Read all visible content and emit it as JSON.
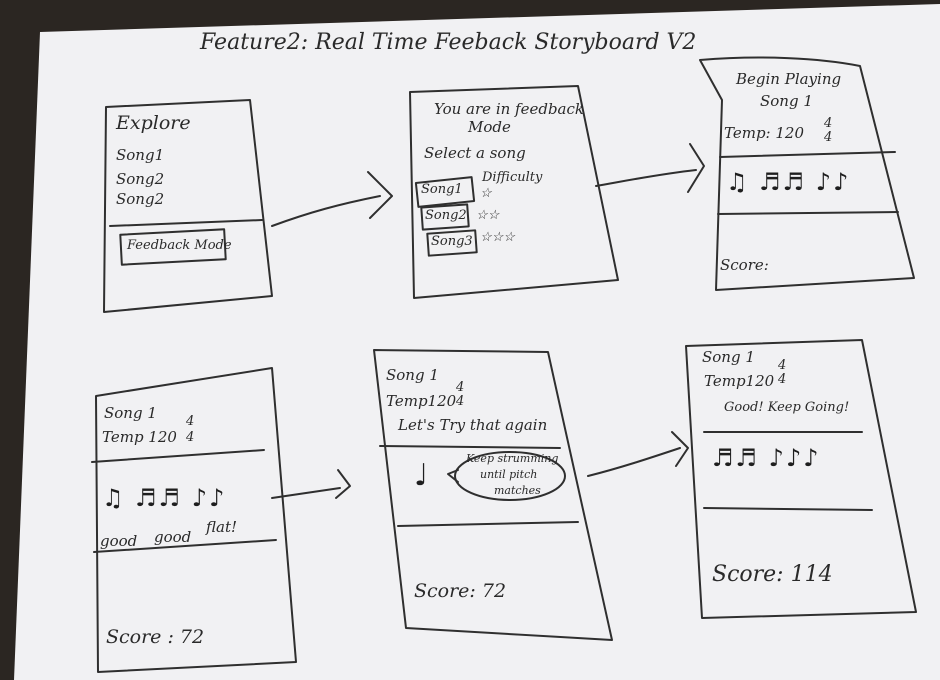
{
  "title": "Feature2: Real Time Feeback   Storyboard  V2",
  "frame1": {
    "header": "Explore",
    "songs": [
      "Song1",
      "Song2",
      "Song2"
    ],
    "button": "Feedback Mode"
  },
  "frame2": {
    "heading_line1": "You are in feedback",
    "heading_line2": "Mode",
    "prompt": "Select a song",
    "difficulty_label": "Difficulty",
    "songs": [
      "Song1",
      "Song2",
      "Song3"
    ],
    "difficulty_stars": [
      "☆",
      "☆☆",
      "☆☆☆"
    ]
  },
  "frame3": {
    "heading_line1": "Begin Playing",
    "heading_line2": "Song 1",
    "tempo": "Temp: 120",
    "time_sig_top": "4",
    "time_sig_bottom": "4",
    "notes": "♫  ♬♬  ♪♪",
    "score": "Score:"
  },
  "frame4": {
    "song": "Song 1",
    "tempo": "Temp 120",
    "time_sig_top": "4",
    "time_sig_bottom": "4",
    "notes": "♫  ♬♬  ♪♪",
    "feedback": [
      "good",
      "good",
      "flat!"
    ],
    "score": "Score : 72"
  },
  "frame5": {
    "song": "Song 1",
    "tempo": "Temp120",
    "time_sig_top": "4",
    "time_sig_bottom": "4",
    "message": "Let's Try that again",
    "note": "♩",
    "bubble_line1": "Keep strumming",
    "bubble_line2": "until pitch",
    "bubble_line3": "matches",
    "score": "Score: 72"
  },
  "frame6": {
    "song": "Song 1",
    "tempo": "Temp120",
    "time_sig_top": "4",
    "time_sig_bottom": "4",
    "message": "Good! Keep Going!",
    "notes": "♬♬ ♪♪♪",
    "score": "Score: 114"
  },
  "colors": {
    "paper": "#f1f1f3",
    "ink": "#2a2a2a",
    "background": "#2b2622"
  }
}
